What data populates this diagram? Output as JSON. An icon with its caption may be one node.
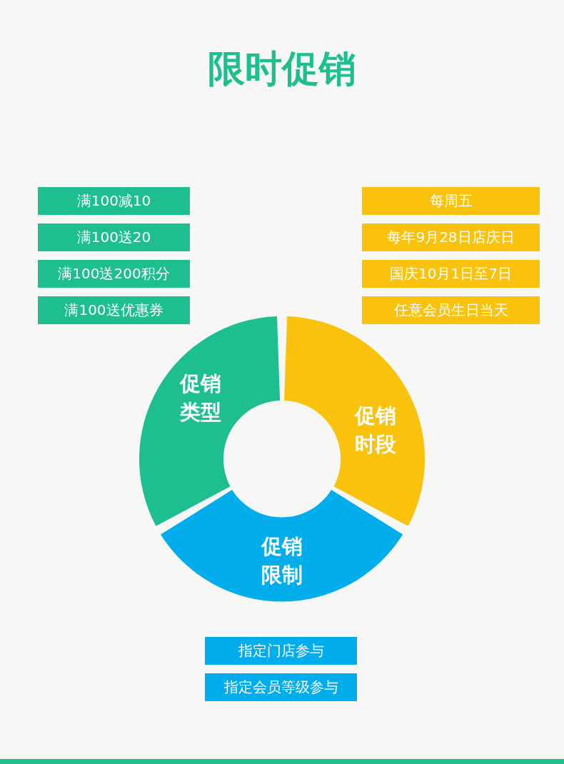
{
  "diagram": {
    "title": "限时促销",
    "nodes": [
      {
        "text": [
          "满100减10"
        ]
      },
      {
        "text": [
          "满100送20"
        ]
      },
      {
        "text": [
          "满100送200积分"
        ]
      },
      {
        "text": [
          "满100送优惠券"
        ]
      },
      {
        "text": [
          "每周五"
        ]
      },
      {
        "text": [
          "每年9月28日店庆日"
        ]
      },
      {
        "text": [
          "国庆10月1日至7日"
        ]
      },
      {
        "text": [
          "任意会员生日当天"
        ]
      },
      {
        "text": [
          "促销类型"
        ]
      },
      {
        "text": [
          "促销时段"
        ]
      },
      {
        "text": [
          "促销限制"
        ]
      },
      {
        "text": [
          "指定门店参与"
        ]
      },
      {
        "text": [
          "指定会员等级参与"
        ]
      }
    ]
  }
}
